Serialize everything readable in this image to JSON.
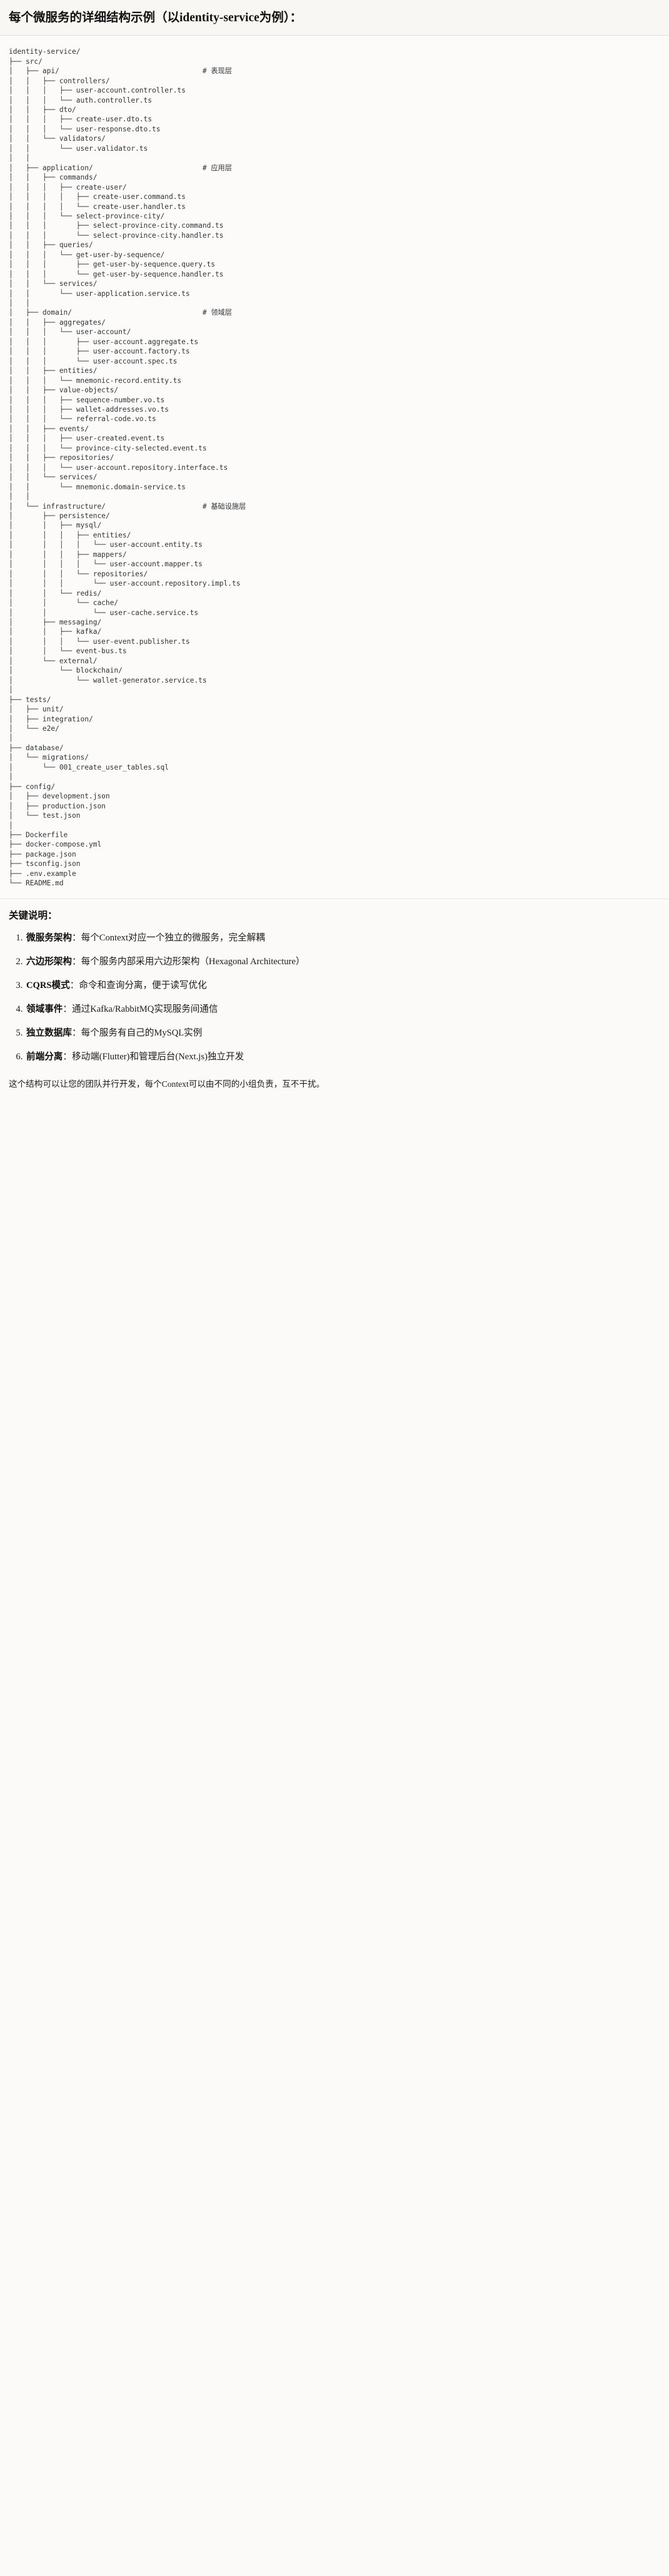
{
  "heading": "每个微服务的详细结构示例（以identity-service为例）：",
  "tree": {
    "comment_column": 46,
    "lines": [
      {
        "text": "identity-service/",
        "comment": ""
      },
      {
        "text": "├── src/",
        "comment": ""
      },
      {
        "text": "│   ├── api/",
        "comment": "# 表现层"
      },
      {
        "text": "│   │   ├── controllers/",
        "comment": ""
      },
      {
        "text": "│   │   │   ├── user-account.controller.ts",
        "comment": ""
      },
      {
        "text": "│   │   │   └── auth.controller.ts",
        "comment": ""
      },
      {
        "text": "│   │   ├── dto/",
        "comment": ""
      },
      {
        "text": "│   │   │   ├── create-user.dto.ts",
        "comment": ""
      },
      {
        "text": "│   │   │   └── user-response.dto.ts",
        "comment": ""
      },
      {
        "text": "│   │   └── validators/",
        "comment": ""
      },
      {
        "text": "│   │       └── user.validator.ts",
        "comment": ""
      },
      {
        "text": "│   │",
        "comment": ""
      },
      {
        "text": "│   ├── application/",
        "comment": "# 应用层"
      },
      {
        "text": "│   │   ├── commands/",
        "comment": ""
      },
      {
        "text": "│   │   │   ├── create-user/",
        "comment": ""
      },
      {
        "text": "│   │   │   │   ├── create-user.command.ts",
        "comment": ""
      },
      {
        "text": "│   │   │   │   └── create-user.handler.ts",
        "comment": ""
      },
      {
        "text": "│   │   │   └── select-province-city/",
        "comment": ""
      },
      {
        "text": "│   │   │       ├── select-province-city.command.ts",
        "comment": ""
      },
      {
        "text": "│   │   │       └── select-province-city.handler.ts",
        "comment": ""
      },
      {
        "text": "│   │   ├── queries/",
        "comment": ""
      },
      {
        "text": "│   │   │   └── get-user-by-sequence/",
        "comment": ""
      },
      {
        "text": "│   │   │       ├── get-user-by-sequence.query.ts",
        "comment": ""
      },
      {
        "text": "│   │   │       └── get-user-by-sequence.handler.ts",
        "comment": ""
      },
      {
        "text": "│   │   └── services/",
        "comment": ""
      },
      {
        "text": "│   │       └── user-application.service.ts",
        "comment": ""
      },
      {
        "text": "│   │",
        "comment": ""
      },
      {
        "text": "│   ├── domain/",
        "comment": "# 领域层"
      },
      {
        "text": "│   │   ├── aggregates/",
        "comment": ""
      },
      {
        "text": "│   │   │   └── user-account/",
        "comment": ""
      },
      {
        "text": "│   │   │       ├── user-account.aggregate.ts",
        "comment": ""
      },
      {
        "text": "│   │   │       ├── user-account.factory.ts",
        "comment": ""
      },
      {
        "text": "│   │   │       └── user-account.spec.ts",
        "comment": ""
      },
      {
        "text": "│   │   ├── entities/",
        "comment": ""
      },
      {
        "text": "│   │   │   └── mnemonic-record.entity.ts",
        "comment": ""
      },
      {
        "text": "│   │   ├── value-objects/",
        "comment": ""
      },
      {
        "text": "│   │   │   ├── sequence-number.vo.ts",
        "comment": ""
      },
      {
        "text": "│   │   │   ├── wallet-addresses.vo.ts",
        "comment": ""
      },
      {
        "text": "│   │   │   └── referral-code.vo.ts",
        "comment": ""
      },
      {
        "text": "│   │   ├── events/",
        "comment": ""
      },
      {
        "text": "│   │   │   ├── user-created.event.ts",
        "comment": ""
      },
      {
        "text": "│   │   │   └── province-city-selected.event.ts",
        "comment": ""
      },
      {
        "text": "│   │   ├── repositories/",
        "comment": ""
      },
      {
        "text": "│   │   │   └── user-account.repository.interface.ts",
        "comment": ""
      },
      {
        "text": "│   │   └── services/",
        "comment": ""
      },
      {
        "text": "│   │       └── mnemonic.domain-service.ts",
        "comment": ""
      },
      {
        "text": "│   │",
        "comment": ""
      },
      {
        "text": "│   └── infrastructure/",
        "comment": "# 基础设施层"
      },
      {
        "text": "│       ├── persistence/",
        "comment": ""
      },
      {
        "text": "│       │   ├── mysql/",
        "comment": ""
      },
      {
        "text": "│       │   │   ├── entities/",
        "comment": ""
      },
      {
        "text": "│       │   │   │   └── user-account.entity.ts",
        "comment": ""
      },
      {
        "text": "│       │   │   ├── mappers/",
        "comment": ""
      },
      {
        "text": "│       │   │   │   └── user-account.mapper.ts",
        "comment": ""
      },
      {
        "text": "│       │   │   └── repositories/",
        "comment": ""
      },
      {
        "text": "│       │   │       └── user-account.repository.impl.ts",
        "comment": ""
      },
      {
        "text": "│       │   └── redis/",
        "comment": ""
      },
      {
        "text": "│       │       └── cache/",
        "comment": ""
      },
      {
        "text": "│       │           └── user-cache.service.ts",
        "comment": ""
      },
      {
        "text": "│       ├── messaging/",
        "comment": ""
      },
      {
        "text": "│       │   ├── kafka/",
        "comment": ""
      },
      {
        "text": "│       │   │   └── user-event.publisher.ts",
        "comment": ""
      },
      {
        "text": "│       │   └── event-bus.ts",
        "comment": ""
      },
      {
        "text": "│       └── external/",
        "comment": ""
      },
      {
        "text": "│           └── blockchain/",
        "comment": ""
      },
      {
        "text": "│               └── wallet-generator.service.ts",
        "comment": ""
      },
      {
        "text": "│",
        "comment": ""
      },
      {
        "text": "├── tests/",
        "comment": ""
      },
      {
        "text": "│   ├── unit/",
        "comment": ""
      },
      {
        "text": "│   ├── integration/",
        "comment": ""
      },
      {
        "text": "│   └── e2e/",
        "comment": ""
      },
      {
        "text": "│",
        "comment": ""
      },
      {
        "text": "├── database/",
        "comment": ""
      },
      {
        "text": "│   └── migrations/",
        "comment": ""
      },
      {
        "text": "│       └── 001_create_user_tables.sql",
        "comment": ""
      },
      {
        "text": "│",
        "comment": ""
      },
      {
        "text": "├── config/",
        "comment": ""
      },
      {
        "text": "│   ├── development.json",
        "comment": ""
      },
      {
        "text": "│   ├── production.json",
        "comment": ""
      },
      {
        "text": "│   └── test.json",
        "comment": ""
      },
      {
        "text": "│",
        "comment": ""
      },
      {
        "text": "├── Dockerfile",
        "comment": ""
      },
      {
        "text": "├── docker-compose.yml",
        "comment": ""
      },
      {
        "text": "├── package.json",
        "comment": ""
      },
      {
        "text": "├── tsconfig.json",
        "comment": ""
      },
      {
        "text": "├── .env.example",
        "comment": ""
      },
      {
        "text": "└── README.md",
        "comment": ""
      }
    ]
  },
  "keys": {
    "title": "关键说明：",
    "items": [
      {
        "label": "微服务架构",
        "sep": "：",
        "text": "每个Context对应一个独立的微服务，完全解耦"
      },
      {
        "label": "六边形架构",
        "sep": "：",
        "text": "每个服务内部采用六边形架构（Hexagonal Architecture）"
      },
      {
        "label": "CQRS模式",
        "sep": "：",
        "text": "命令和查询分离，便于读写优化"
      },
      {
        "label": "领域事件",
        "sep": "：",
        "text": "通过Kafka/RabbitMQ实现服务间通信"
      },
      {
        "label": "独立数据库",
        "sep": "：",
        "text": "每个服务有自己的MySQL实例"
      },
      {
        "label": "前端分离",
        "sep": "：",
        "text": "移动端(Flutter)和管理后台(Next.js)独立开发"
      }
    ]
  },
  "closing": "这个结构可以让您的团队并行开发，每个Context可以由不同的小组负责，互不干扰。"
}
